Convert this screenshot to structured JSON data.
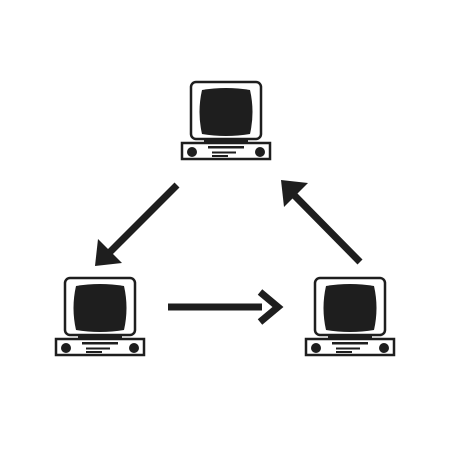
{
  "diagram": {
    "type": "network-cycle",
    "colors": {
      "ink": "#1e1e1e",
      "background": "#ffffff"
    },
    "nodes": [
      {
        "id": "computer-top",
        "icon": "desktop-computer-icon"
      },
      {
        "id": "computer-bottom-left",
        "icon": "desktop-computer-icon"
      },
      {
        "id": "computer-bottom-right",
        "icon": "desktop-computer-icon"
      }
    ],
    "edges": [
      {
        "from": "computer-top",
        "to": "computer-bottom-left"
      },
      {
        "from": "computer-bottom-left",
        "to": "computer-bottom-right"
      },
      {
        "from": "computer-bottom-right",
        "to": "computer-top"
      }
    ]
  }
}
